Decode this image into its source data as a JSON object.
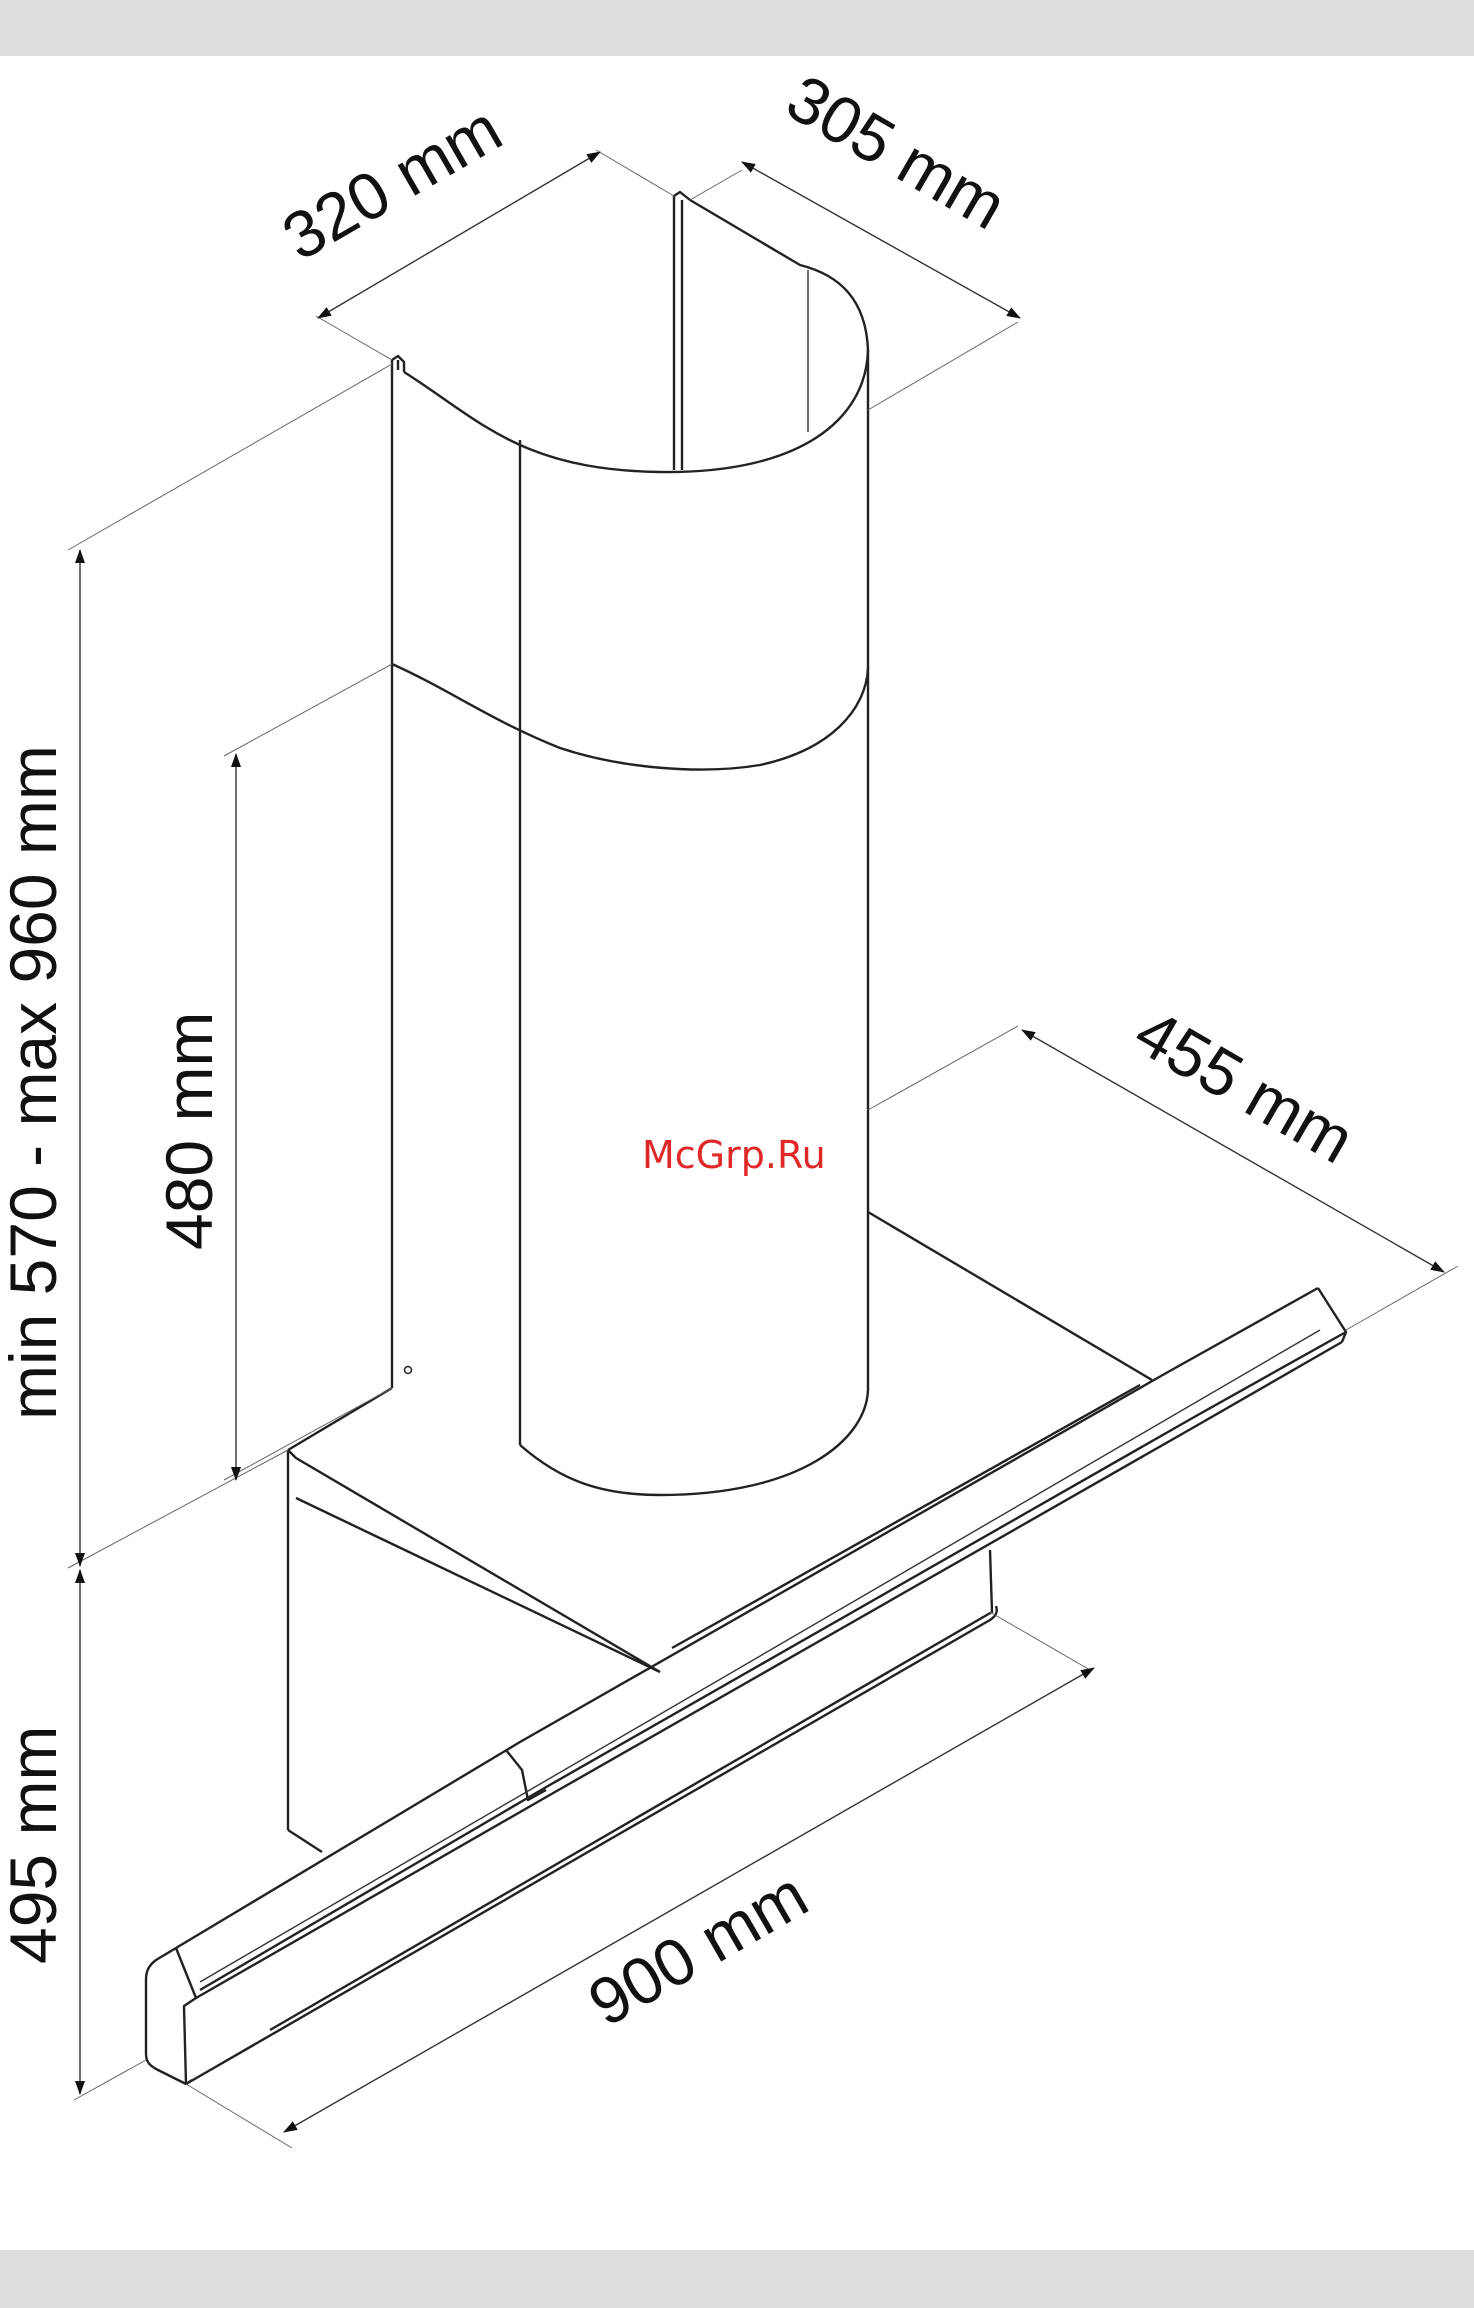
{
  "dimensions": {
    "chimney_depth": "320 mm",
    "chimney_width": "305 mm",
    "chimney_height": "min 570 - max 960 mm",
    "lower_chimney_height": "480 mm",
    "hood_depth": "455 mm",
    "hood_width": "900 mm",
    "hood_height": "495 mm"
  },
  "watermark": "McGrp.Ru",
  "colors": {
    "line": "#222222",
    "watermark": "#e02828",
    "band": "#dcdcdc"
  }
}
